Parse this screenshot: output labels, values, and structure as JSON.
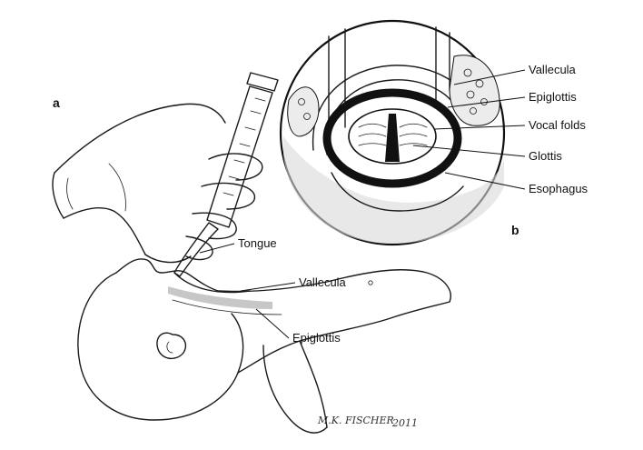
{
  "panels": {
    "a": "a",
    "b": "b"
  },
  "labels_b": {
    "vallecula": "Vallecula",
    "epiglottis": "Epiglottis",
    "vocal_folds": "Vocal folds",
    "glottis": "Glottis",
    "esophagus": "Esophagus"
  },
  "labels_a": {
    "tongue": "Tongue",
    "vallecula": "Vallecula",
    "epiglottis": "Epiglottis"
  },
  "signature": {
    "name": "M.K. FISCHER",
    "year": "2011"
  }
}
